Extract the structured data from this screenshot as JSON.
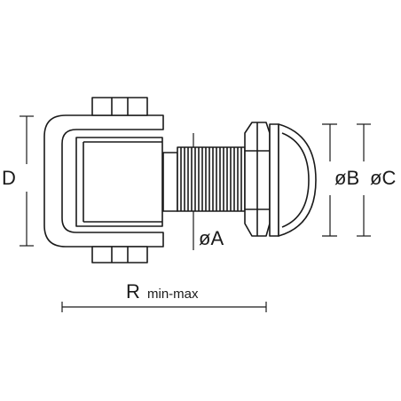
{
  "colors": {
    "stroke": "#1a1a1a",
    "body_fill": "#ffffff",
    "background": "#ffffff"
  },
  "labels": {
    "d": "D",
    "b": "øB",
    "c": "øC",
    "a": "øA",
    "r_main": "R",
    "r_sub": "min-max"
  }
}
